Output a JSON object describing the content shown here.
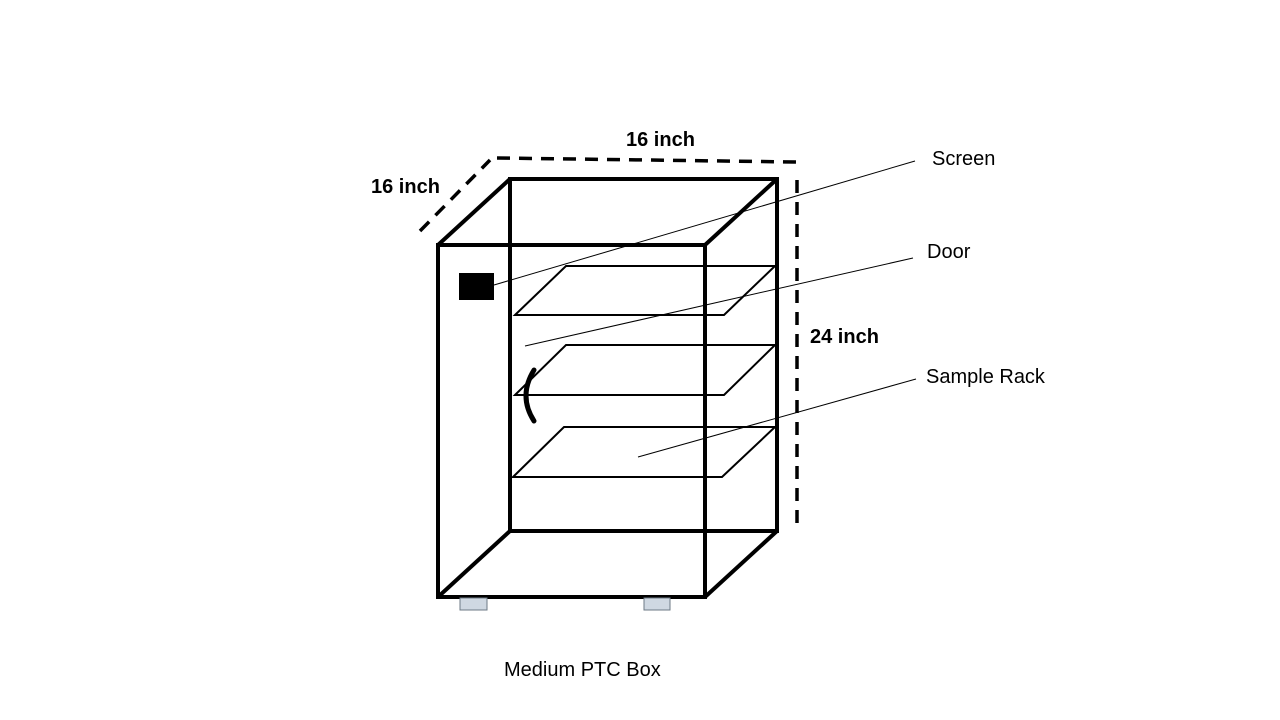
{
  "diagram": {
    "caption": "Medium PTC Box",
    "dimensions": {
      "depth_label": "16 inch",
      "width_label": "16 inch",
      "height_label": "24 inch"
    },
    "callouts": {
      "screen": "Screen",
      "door": "Door",
      "sample_rack": "Sample Rack"
    },
    "colors": {
      "line": "#000000",
      "background": "#ffffff",
      "feet_fill": "#cfd8e2",
      "feet_stroke": "#6d7a86"
    }
  }
}
